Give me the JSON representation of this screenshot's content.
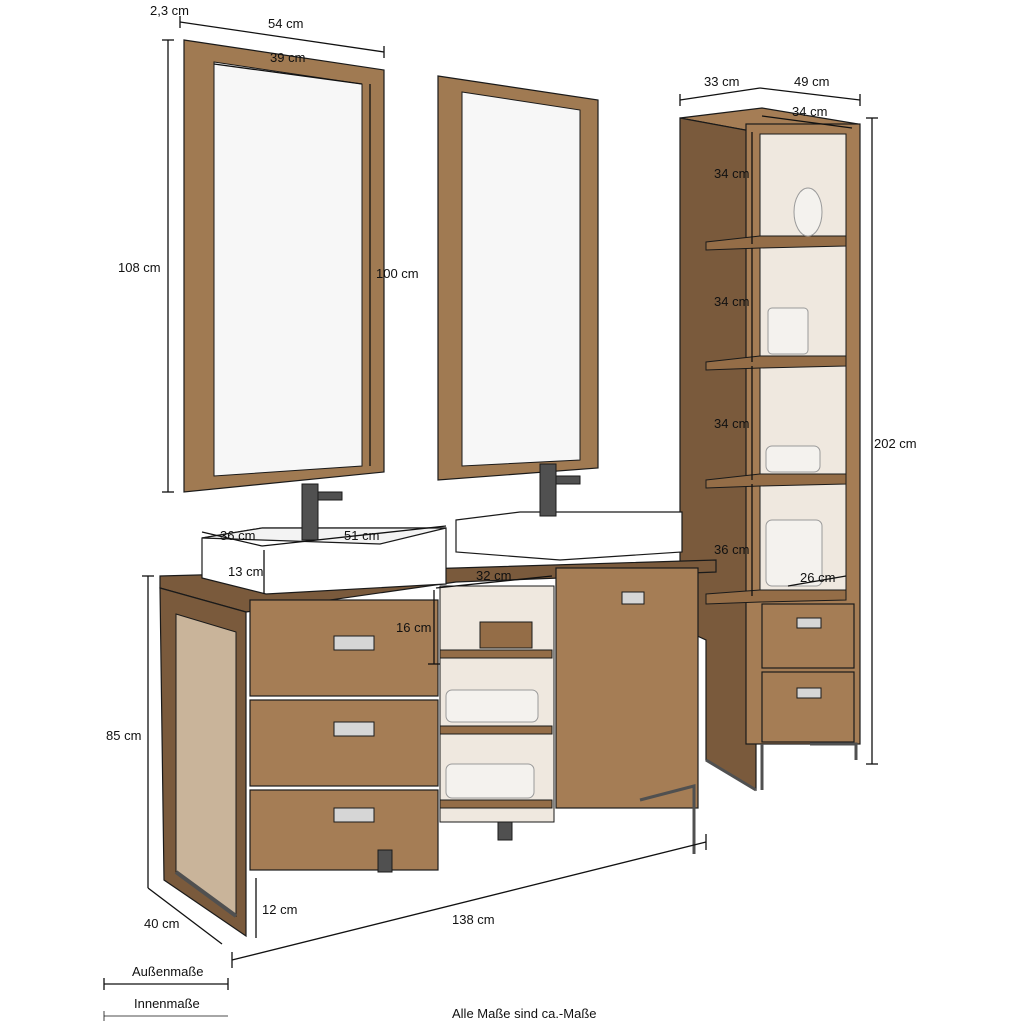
{
  "dimensions": {
    "mirror_depth": "2,3 cm",
    "mirror_width": "54 cm",
    "mirror_inner_width": "39 cm",
    "mirror_height": "108 cm",
    "mirror_inner_height": "100 cm",
    "tall_cabinet_depth": "33 cm",
    "tall_cabinet_width": "49 cm",
    "tall_cabinet_inner_width": "34 cm",
    "shelf_height_1": "34 cm",
    "shelf_height_2": "34 cm",
    "shelf_height_3": "34 cm",
    "shelf_height_4": "36 cm",
    "shelf_inner_depth": "26 cm",
    "tall_cabinet_height": "202 cm",
    "sink_depth": "36 cm",
    "sink_width": "51 cm",
    "sink_height": "13 cm",
    "open_shelf_width": "32 cm",
    "open_shelf_height": "16 cm",
    "vanity_height": "85 cm",
    "vanity_depth": "40 cm",
    "vanity_leg_height": "12 cm",
    "vanity_width": "138 cm"
  },
  "legend": {
    "outer": "Außenmaße",
    "inner": "Innenmaße"
  },
  "footer_note": "Alle Maße sind ca.-Maße",
  "colors": {
    "wood": "#a57d55",
    "metal": "#505050",
    "ceramic": "#ffffff"
  }
}
